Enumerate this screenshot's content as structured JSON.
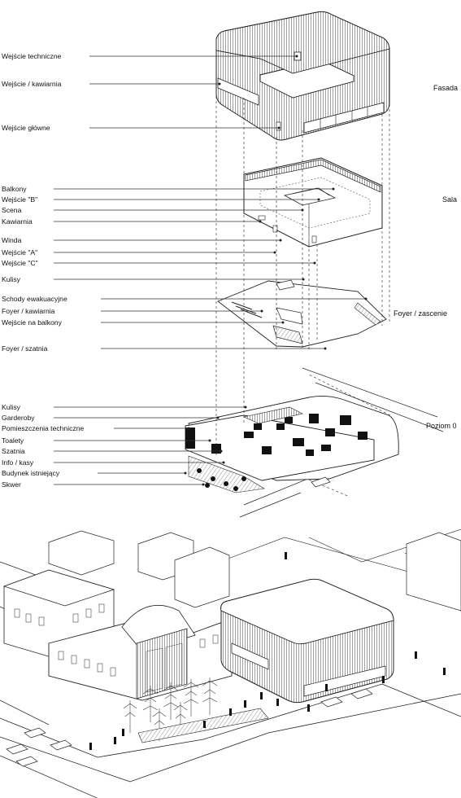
{
  "levels": {
    "fasada": "Fasada",
    "sala": "Sala",
    "foyer": "Foyer / zascenie",
    "poziom0": "Poziom 0"
  },
  "labels": {
    "fasada": [
      "Wejście techniczne",
      "Wejście / kawiarnia",
      "Wejście główne"
    ],
    "sala": [
      "Balkony",
      "Wejście \"B\"",
      "Scena",
      "Kawiarnia",
      "Winda",
      "Wejście \"A\"",
      "Wejście \"C\"",
      "Kulisy"
    ],
    "foyer": [
      "Schody ewakuacyjne",
      "Foyer / kawiarnia",
      "Wejście na balkony",
      "Foyer / szatnia"
    ],
    "poziom0": [
      "Kulisy",
      "Garderoby",
      "Pomieszczenia techniczne",
      "Toalety",
      "Szatnia",
      "Info / kasy",
      "Budynek istniejący",
      "Skwer"
    ]
  }
}
